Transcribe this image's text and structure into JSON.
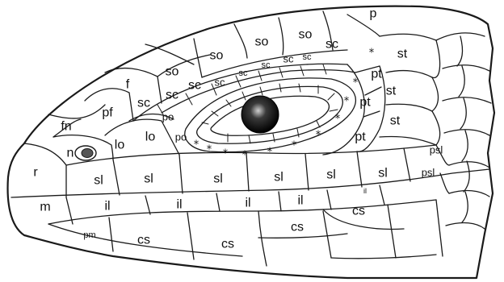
{
  "colors": {
    "outline": "#1a1a1a",
    "background": "#ffffff",
    "eye_dark": "#000000",
    "eye_highlight": "#ffffff",
    "nostril": "#555555"
  },
  "labels": {
    "p": "p",
    "st": "st",
    "so": "so",
    "sc": "sc",
    "f": "f",
    "pf": "pf",
    "fn": "fn",
    "lo": "lo",
    "po": "po",
    "pt": "pt",
    "n": "n",
    "r": "r",
    "sl": "sl",
    "psl": "psl",
    "m": "m",
    "il": "il",
    "pm": "pm",
    "cs": "cs",
    "star": "*"
  }
}
